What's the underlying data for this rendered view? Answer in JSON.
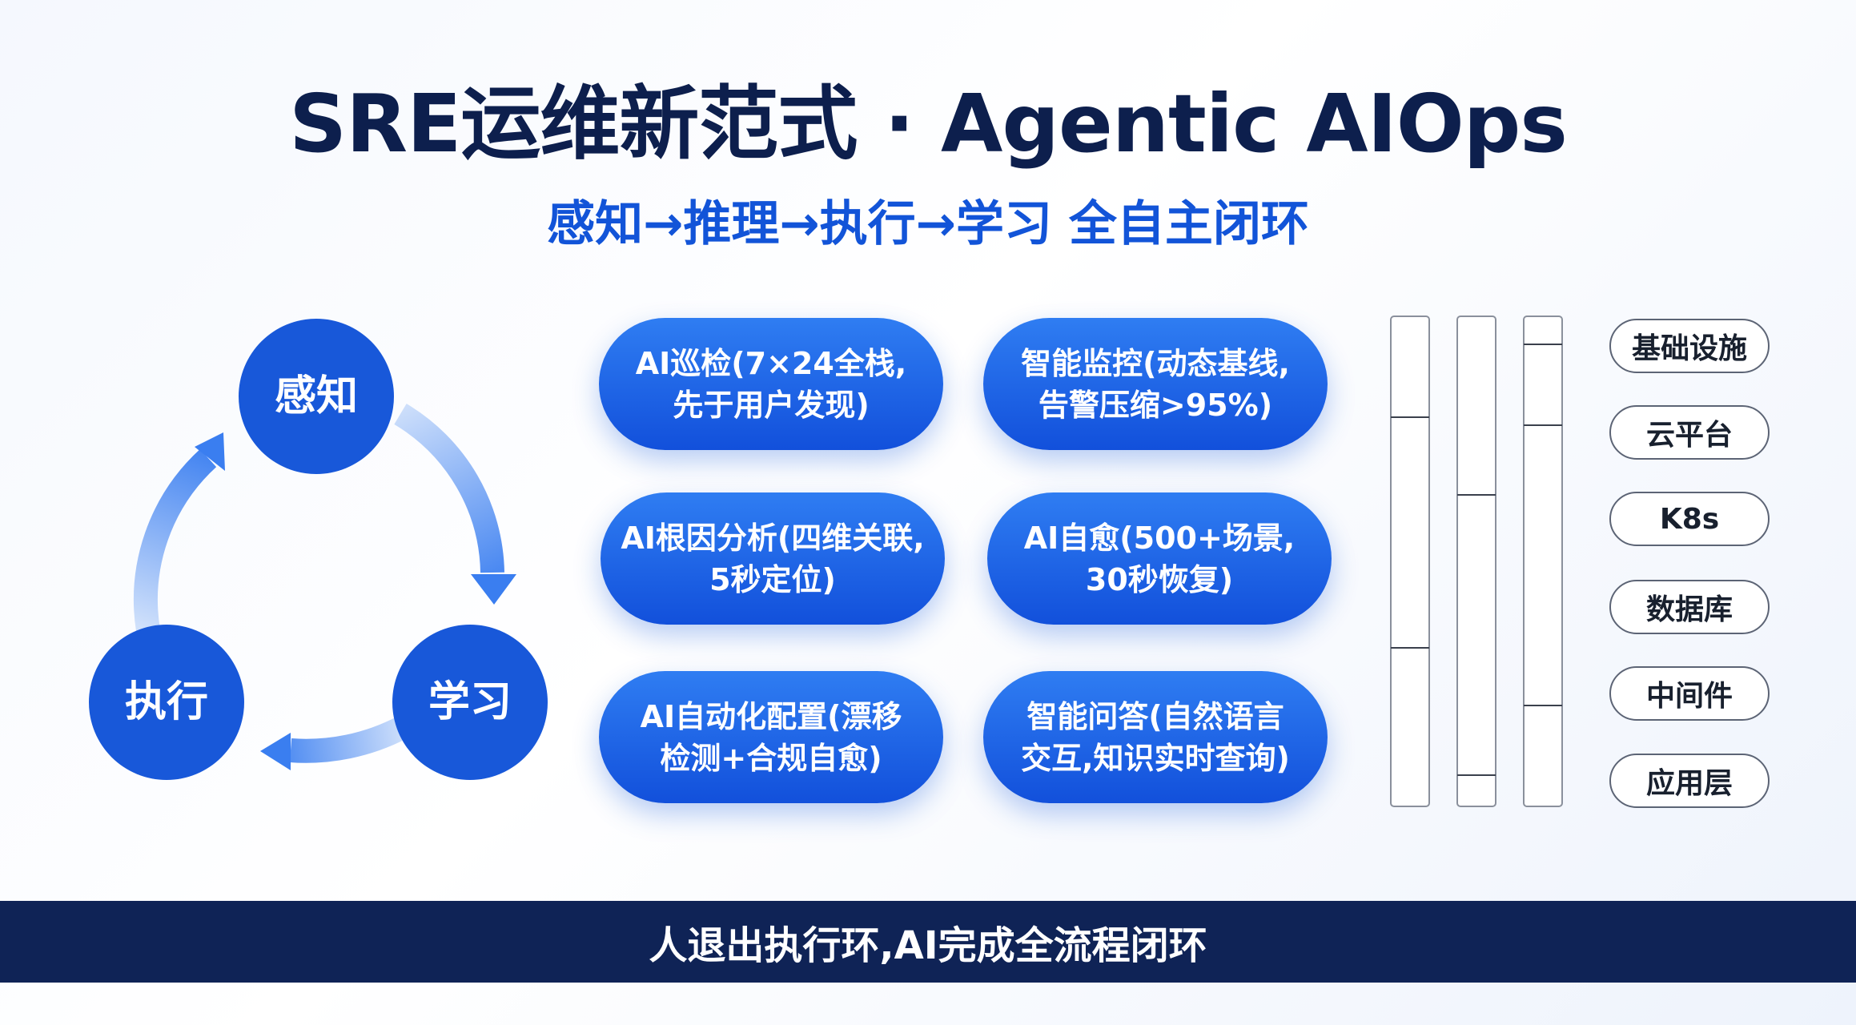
{
  "title": "SRE运维新范式 · Agentic AIOps",
  "subtitle": "感知→推理→执行→学习 全自主闭环",
  "cycle": {
    "nodes": [
      "感知",
      "学习",
      "执行"
    ],
    "colors": {
      "node": "#1858d9",
      "arrow_dark": "#3a7ef0",
      "arrow_light": "#cfe0fb"
    }
  },
  "capabilities": [
    {
      "line1": "AI巡检(7×24全栈,",
      "line2": "先于用户发现)"
    },
    {
      "line1": "智能监控(动态基线,",
      "line2": "告警压缩>95%)"
    },
    {
      "line1": "AI根因分析(四维关联,",
      "line2": "5秒定位)"
    },
    {
      "line1": "AI自愈(500+场景,",
      "line2": "30秒恢复)"
    },
    {
      "line1": "AI自动化配置(漂移",
      "line2": "检测+合规自愈)"
    },
    {
      "line1": "智能问答(自然语言",
      "line2": "交互,知识实时查询)"
    }
  ],
  "layers": [
    "基础设施",
    "云平台",
    "K8s",
    "数据库",
    "中间件",
    "应用层"
  ],
  "footer": "人退出执行环,AI完成全流程闭环"
}
